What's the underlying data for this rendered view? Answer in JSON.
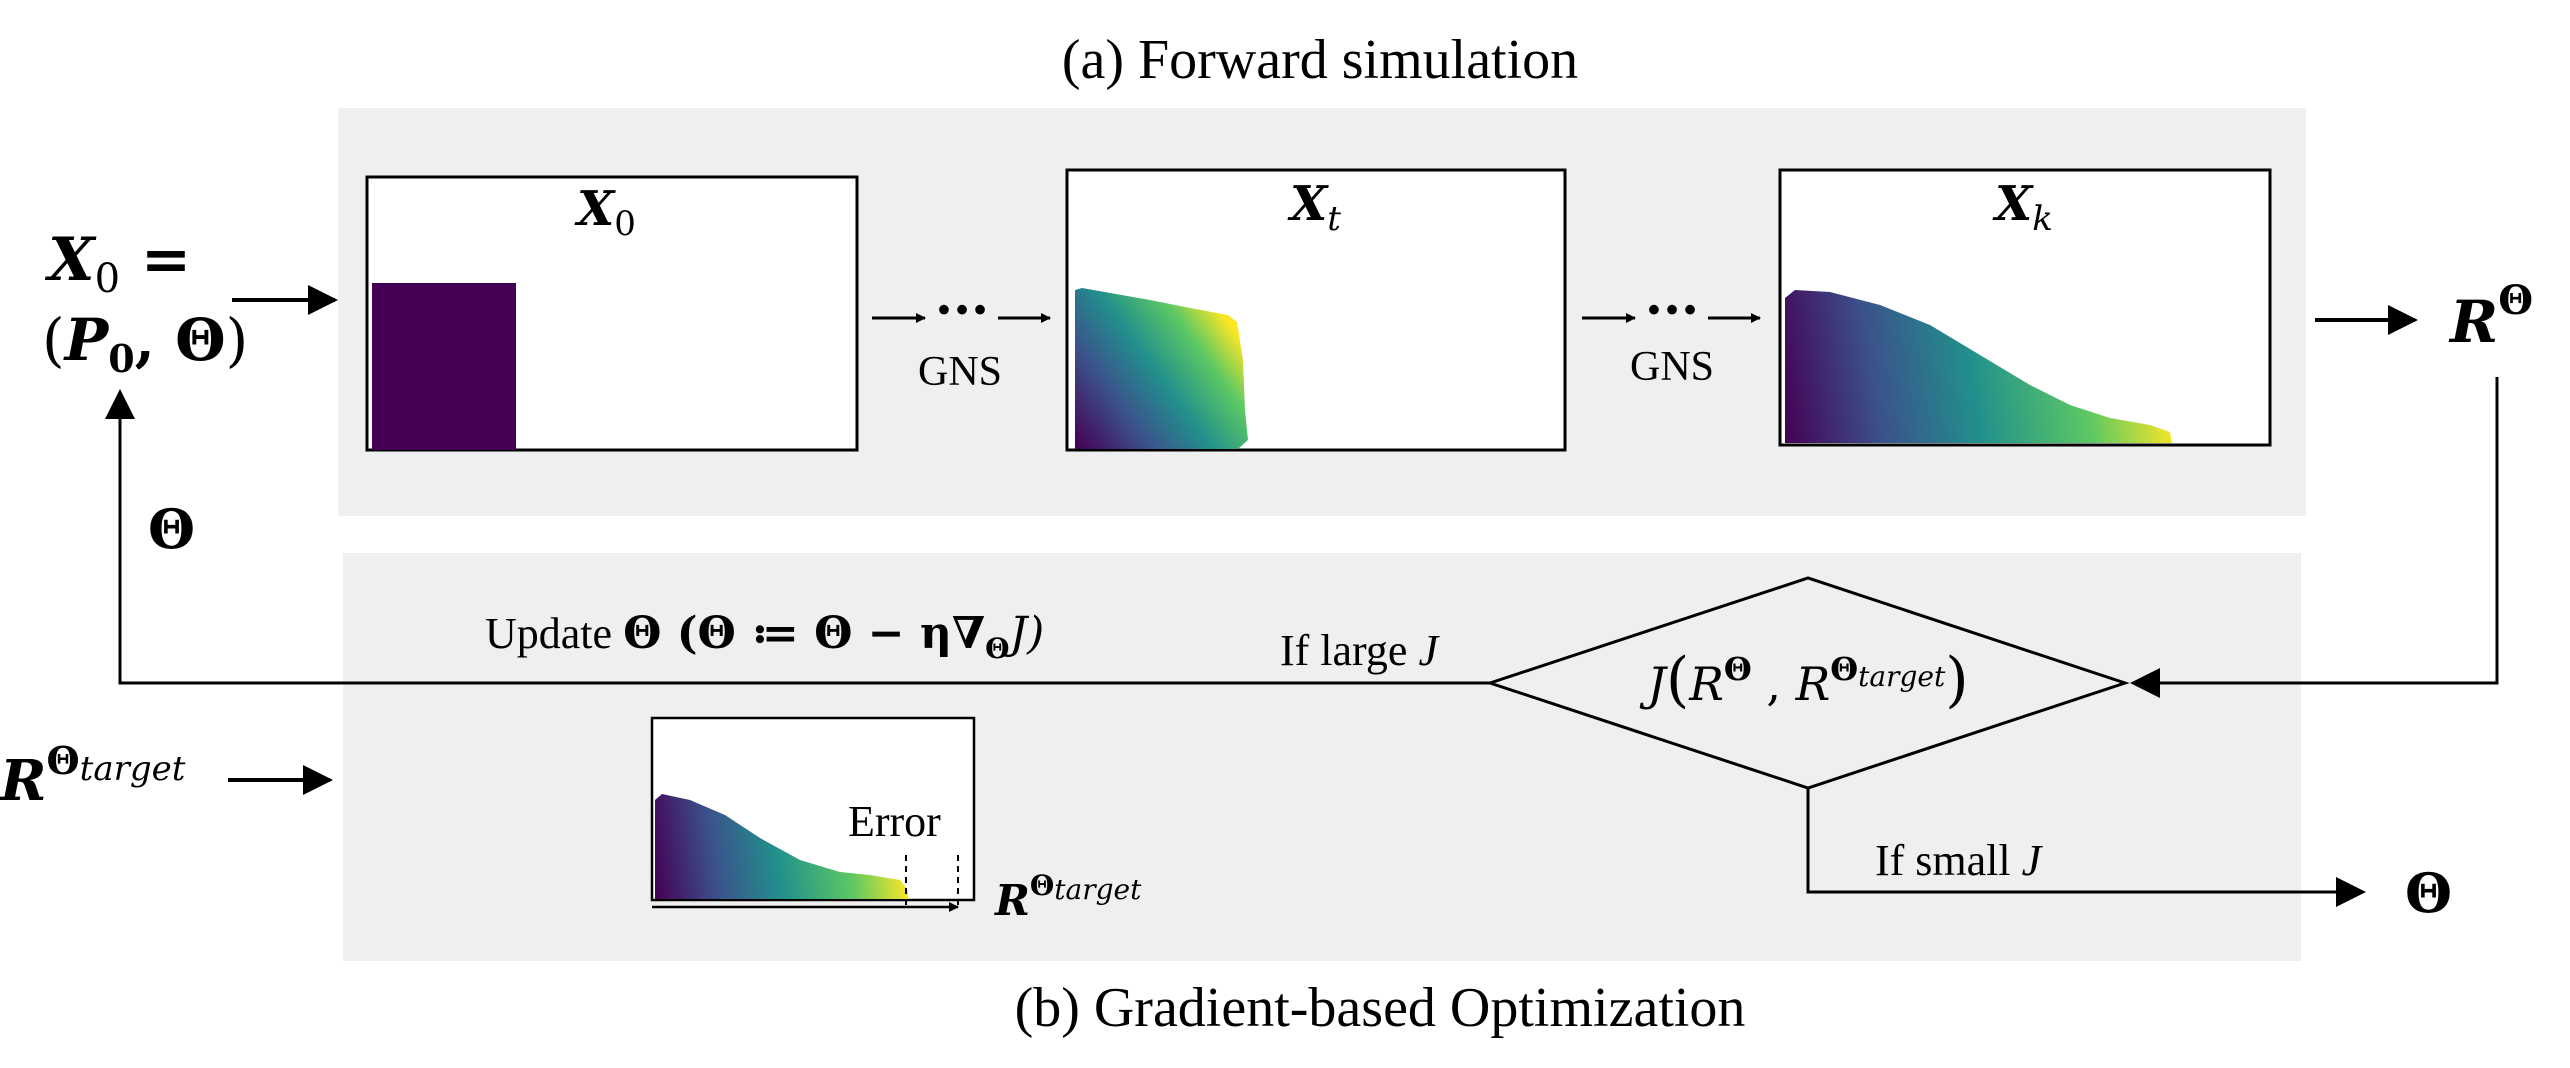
{
  "titles": {
    "forward": "(a) Forward simulation",
    "optimization": "(b) Gradient-based Optimization"
  },
  "input": {
    "line1_var": "X",
    "line1_sub": "0",
    "line1_eq": " =",
    "line2_open": "(",
    "line2_P": "P",
    "line2_P_sub": "0",
    "line2_sep": ", ",
    "line2_theta": "Θ",
    "line2_close": ")"
  },
  "frames": {
    "x0": {
      "var": "X",
      "sub": "0"
    },
    "xt": {
      "var": "X",
      "sub": "t"
    },
    "xk": {
      "var": "X",
      "sub": "k"
    }
  },
  "gns": {
    "label1": "GNS",
    "label2": "GNS",
    "ellipsis": "···"
  },
  "output": {
    "R": "R",
    "sup": "Θ"
  },
  "feedback_theta": "Θ",
  "update": {
    "prefix": "Update ",
    "theta": "Θ",
    "formula": " (Θ ≔ Θ − η∇",
    "grad_sub": "Θ",
    "formula_end": "J)"
  },
  "if_large": {
    "text": "If large ",
    "J": "J"
  },
  "if_small": {
    "text": "If small ",
    "J": "J"
  },
  "objective": {
    "J": "J",
    "open": "(",
    "R1": "R",
    "R1_sup": "Θ",
    "sep": " , ",
    "R2": "R",
    "R2_sup": "Θ",
    "R2_sup_sub": "target",
    "close": ")"
  },
  "target_input": {
    "R": "R",
    "sup": "Θ",
    "sup_sub": "target"
  },
  "error_panel": {
    "error": "Error",
    "R": "R",
    "sup": "Θ",
    "sup_sub": "target"
  },
  "final_theta": "Θ",
  "colors": {
    "panel_bg": "#efefef",
    "viridis_dark": "#440154",
    "viridis_blue": "#3b528b",
    "viridis_teal": "#21908c",
    "viridis_green": "#5dc863",
    "viridis_yellow": "#fde725"
  }
}
